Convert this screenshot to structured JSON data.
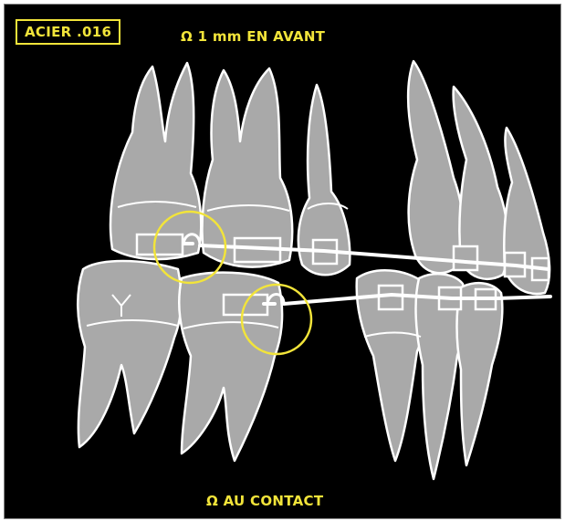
{
  "labels": {
    "wire": "ACIER .016",
    "upper_loop": "Ω 1 mm EN AVANT",
    "lower_loop": "Ω AU CONTACT"
  },
  "colors": {
    "background": "#000000",
    "tooth_fill": "#a9a9a9",
    "outline": "#ffffff",
    "highlight": "#f2e43a"
  },
  "icons": {
    "loop_marker": "omega-loop-circle-icon"
  }
}
